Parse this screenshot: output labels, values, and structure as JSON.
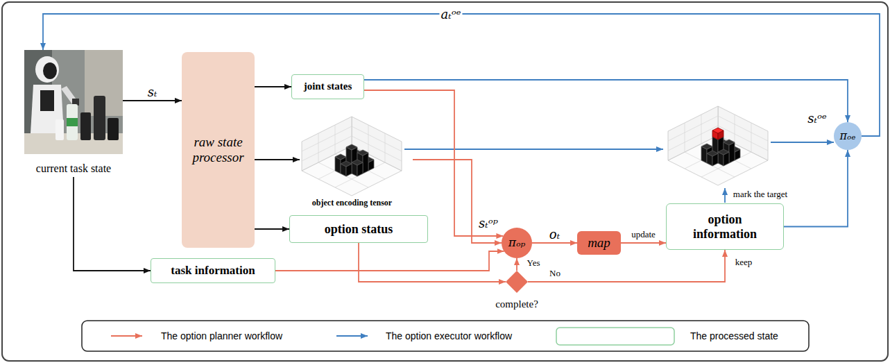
{
  "diagram": {
    "nodes": [
      {
        "text": [
          "current task state"
        ]
      },
      {
        "text": [
          "raw state processor"
        ]
      },
      {
        "text": [
          "joint states"
        ]
      },
      {
        "text": [
          "object encoding tensor"
        ]
      },
      {
        "text": [
          "option status"
        ]
      },
      {
        "text": [
          "task information"
        ]
      },
      {
        "text": [
          "πₒₚ"
        ]
      },
      {
        "text": [
          "map"
        ]
      },
      {
        "text": [
          "option information"
        ]
      },
      {
        "text": [
          "complete?"
        ]
      },
      {
        "text": [
          "πₒₑ"
        ]
      }
    ],
    "edges": [
      {
        "from": 0,
        "to": 1,
        "arrow": "to",
        "label": "sₜ"
      },
      {
        "from": 1,
        "to": 2,
        "arrow": "to"
      },
      {
        "from": 1,
        "to": 3,
        "arrow": "to"
      },
      {
        "from": 1,
        "to": 4,
        "arrow": "to"
      },
      {
        "from": 0,
        "to": 5,
        "arrow": "to"
      },
      {
        "from": 2,
        "to": 6,
        "arrow": "to"
      },
      {
        "from": 3,
        "to": 6,
        "arrow": "to"
      },
      {
        "from": 5,
        "to": 6,
        "arrow": "to"
      },
      {
        "from": 4,
        "to": 9,
        "arrow": "to"
      },
      {
        "from": 9,
        "to": 6,
        "arrow": "to",
        "label": "Yes"
      },
      {
        "from": 9,
        "to": 8,
        "arrow": "to",
        "label": "No"
      },
      {
        "from": 6,
        "to": 7,
        "arrow": "to",
        "label": "oₜ"
      },
      {
        "from": 7,
        "to": 8,
        "arrow": "to",
        "label": "update"
      },
      {
        "from": 2,
        "to": 10,
        "arrow": "to"
      },
      {
        "from": 8,
        "to": 10,
        "arrow": "to"
      },
      {
        "from": 10,
        "to": 0,
        "arrow": "to",
        "label": "aₜᵒᵉ"
      }
    ],
    "labels": [
      "sₜᵒᵖ",
      "sₜᵒᵉ",
      "mark the target",
      "keep"
    ],
    "legend": [
      {
        "text": "The option planner workflow"
      },
      {
        "text": "The option executor workflow"
      },
      {
        "text": "The processed state"
      }
    ]
  }
}
